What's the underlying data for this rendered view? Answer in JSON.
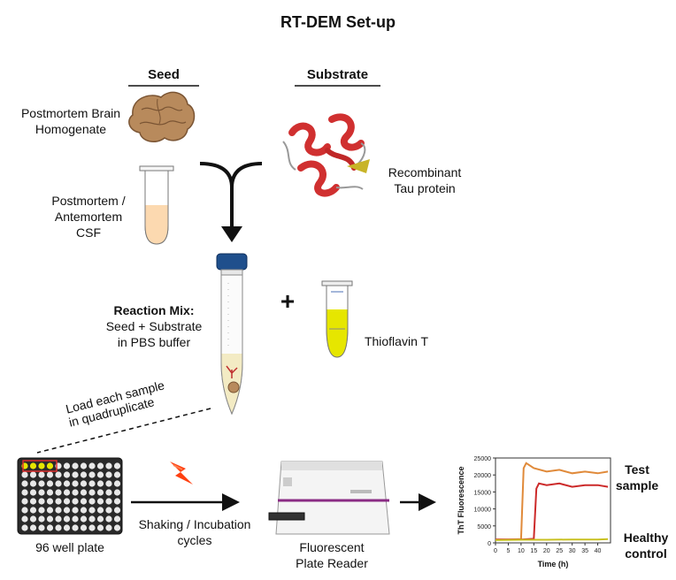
{
  "title": "RT-DEM Set-up",
  "seed": {
    "header": "Seed",
    "brain_line1": "Postmortem Brain",
    "brain_line2": "Homogenate",
    "csf_line1": "Postmortem /",
    "csf_line2": "Antemortem",
    "csf_line3": "CSF"
  },
  "substrate": {
    "header": "Substrate",
    "line1": "Recombinant",
    "line2": "Tau protein"
  },
  "reaction": {
    "line1": "Reaction Mix:",
    "line2": "Seed + Substrate",
    "line3": "in PBS buffer"
  },
  "plus": "+",
  "tht": "Thioflavin T",
  "load": {
    "line1": "Load each sample",
    "line2": "in quadruplicate"
  },
  "plate": "96 well plate",
  "shaking": {
    "line1": "Shaking / Incubation",
    "line2": "cycles"
  },
  "reader": {
    "line1": "Fluorescent",
    "line2": "Plate Reader"
  },
  "icons": [
    "brain-icon",
    "csf-tube-icon",
    "protein-structure-icon",
    "conical-tube-icon",
    "tht-tube-icon",
    "well-plate-icon",
    "lightning-icon",
    "plate-reader-icon"
  ],
  "colors": {
    "test_line": "#cc2a2a",
    "test_line_2": "#e08a3a",
    "control_line": "#c8c020",
    "tht_yellow": "#e6e600",
    "lightning": "#ff4010"
  },
  "chart_data": {
    "type": "line",
    "xlabel": "Time (h)",
    "ylabel": "ThT Fluorescence",
    "x_ticks": [
      0,
      5,
      10,
      15,
      20,
      25,
      30,
      35,
      40
    ],
    "y_ticks": [
      0,
      5000,
      10000,
      15000,
      20000,
      25000
    ],
    "xlim": [
      0,
      45
    ],
    "ylim": [
      0,
      25000
    ],
    "series": [
      {
        "name": "Test sample",
        "color": "#e08a3a",
        "x": [
          0,
          5,
          10,
          11,
          12,
          15,
          20,
          25,
          30,
          35,
          40,
          44
        ],
        "y": [
          1000,
          1000,
          1100,
          22000,
          23500,
          22000,
          21000,
          21500,
          20500,
          21000,
          20500,
          21000
        ]
      },
      {
        "name": "Test sample",
        "color": "#cc2a2a",
        "x": [
          0,
          5,
          10,
          15,
          16,
          17,
          20,
          25,
          30,
          35,
          40,
          44
        ],
        "y": [
          1000,
          1000,
          1000,
          1200,
          16000,
          17500,
          17000,
          17500,
          16500,
          17000,
          17000,
          16500
        ]
      },
      {
        "name": "Healthy control",
        "color": "#c8c020",
        "x": [
          0,
          10,
          20,
          30,
          40,
          44
        ],
        "y": [
          800,
          900,
          900,
          1000,
          1000,
          1100
        ]
      }
    ],
    "legend": [
      "Test sample",
      "Healthy control"
    ]
  }
}
